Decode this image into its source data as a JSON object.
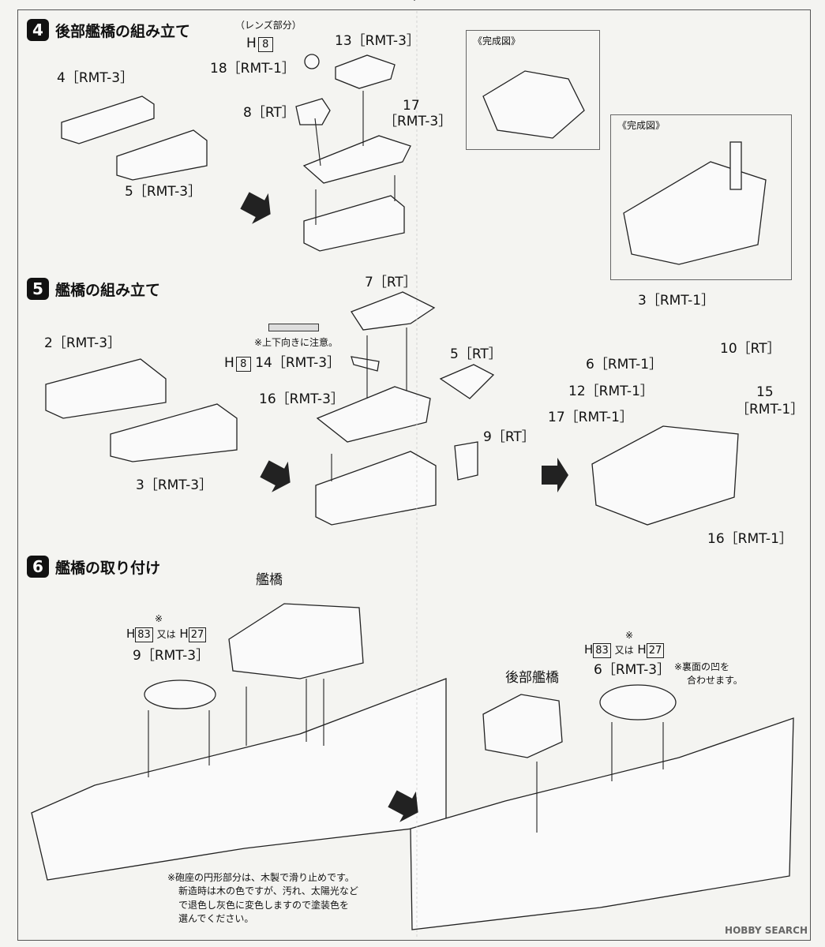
{
  "steps": [
    {
      "num": "4",
      "title": "後部艦橋の組み立て"
    },
    {
      "num": "5",
      "title": "艦橋の組み立て"
    },
    {
      "num": "6",
      "title": "艦橋の取り付け"
    }
  ],
  "step4": {
    "lens_note": "（レンズ部分）",
    "lens_h": "H",
    "lens_box": "8",
    "p18": "18［RMT-1］",
    "p13": "13［RMT-3］",
    "p4": "4［RMT-3］",
    "p8": "8［RT］",
    "p17a": "17",
    "p17b": "［RMT-3］",
    "p5": "5［RMT-3］",
    "done1": "《完成図》",
    "done2": "《完成図》"
  },
  "step5": {
    "p7": "7［RT］",
    "p2": "2［RMT-3］",
    "note_updown": "※上下向きに注意。",
    "p14_h": "H",
    "p14_box": "8",
    "p14": "14［RMT-3］",
    "p5rt": "5［RT］",
    "p16": "16［RMT-3］",
    "p9rt": "9［RT］",
    "p3": "3［RMT-3］",
    "r3": "3［RMT-1］",
    "r10": "10［RT］",
    "r6": "6［RMT-1］",
    "r12": "12［RMT-1］",
    "r15a": "15",
    "r15b": "［RMT-1］",
    "r17": "17［RMT-1］",
    "r16": "16［RMT-1］"
  },
  "step6": {
    "bridge": "艦橋",
    "left_star": "※",
    "left_h1": "H",
    "left_box1": "83",
    "left_or": "又は",
    "left_h2": "H",
    "left_box2": "27",
    "left_part": "9［RMT-3］",
    "rear_bridge": "後部艦橋",
    "right_star": "※",
    "right_h1": "H",
    "right_box1": "83",
    "right_or": "又は",
    "right_h2": "H",
    "right_box2": "27",
    "right_part": "6［RMT-3］",
    "right_note1": "※裏面の凹を",
    "right_note2": "合わせます。",
    "bottom_note": [
      "※砲座の円形部分は、木製で滑り止めです。",
      "新造時は木の色ですが、汚れ、太陽光など",
      "で退色し灰色に変色しますので塗装色を",
      "選んでください。"
    ]
  },
  "watermark": "HOBBY SEARCH"
}
